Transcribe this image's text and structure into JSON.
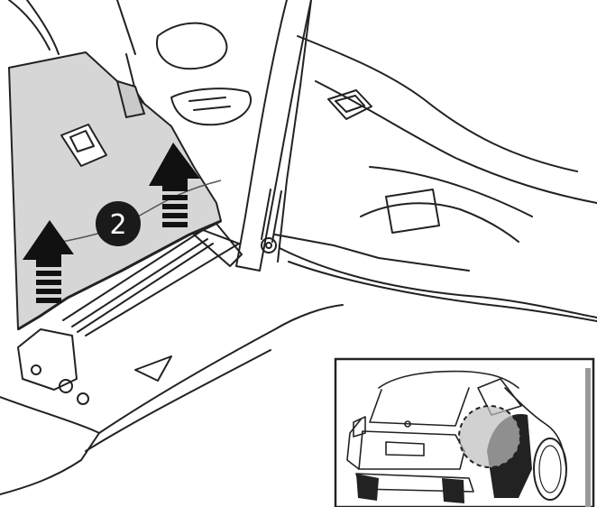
{
  "illustration": {
    "step_marker": "2",
    "icons": [
      "lift-arrow-left",
      "lift-arrow-right",
      "step-number-badge",
      "zoom-circle"
    ],
    "colors": {
      "line": "#222222",
      "panel_fill": "#d6d6d6",
      "background": "#ffffff",
      "badge": "#1a1a1a"
    }
  }
}
